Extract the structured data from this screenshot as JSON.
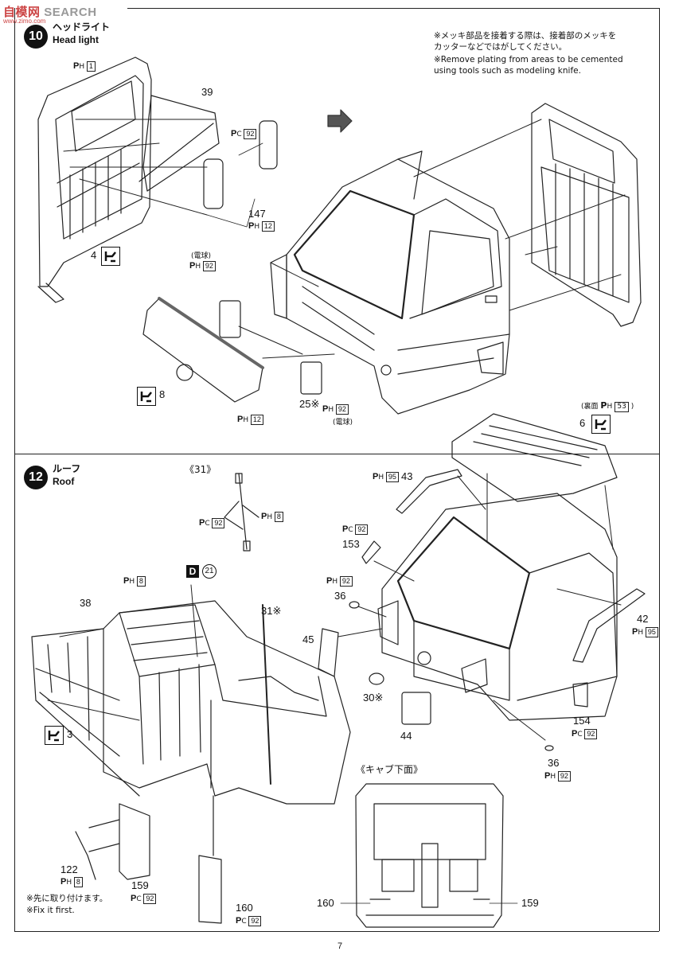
{
  "watermark": {
    "text": "自模网",
    "text2": "SEARCH",
    "sub": "www.zimo.com"
  },
  "step10": {
    "number": "10",
    "title_jp": "ヘッドライト",
    "title_en": "Head light",
    "note_jp": "※メッキ部品を接着する際は、接着部のメッキを\nカッターなどではがしてください。",
    "note_en": "※Remove plating from areas to be cemented\nusing tools such as modeling knife.",
    "parts": {
      "p39": "39",
      "p147": "147",
      "p4": "4",
      "p8": "8",
      "p25": "25※",
      "p6": "6"
    },
    "refs": {
      "ph1_code": "1",
      "pc92_a": "92",
      "ph12_a": "12",
      "bulb_label_a": "(電球)",
      "ph92_a": "92",
      "ph12_b": "12",
      "ph92_b": "92",
      "bulb_label_b": "(電球)",
      "reverse_label": "(裏面",
      "ph53": "53",
      "close_paren": ")"
    }
  },
  "step12": {
    "number": "12",
    "title_jp": "ルーフ",
    "title_en": "Roof",
    "sub31": "《31》",
    "sub_cab_bottom": "《キャブ下面》",
    "parts": {
      "p38": "38",
      "p31": "31※",
      "p3": "3",
      "p122": "122",
      "p159a": "159",
      "p160a": "160",
      "p43": "43",
      "p153": "153",
      "p36a": "36",
      "p45": "45",
      "p30": "30※",
      "p44": "44",
      "p42": "42",
      "p154": "154",
      "p36b": "36",
      "p160b": "160",
      "p159b": "159"
    },
    "refs": {
      "pc92_31": "92",
      "ph8_31": "8",
      "ph8_a": "8",
      "d21": "21",
      "ph8_122": "8",
      "pc92_159": "92",
      "pc92_160": "92",
      "ph95_43": "95",
      "pc92_153": "92",
      "ph92_36": "92",
      "ph95_42": "95",
      "pc92_154": "92",
      "ph92_36b": "92"
    },
    "note_jp": "※先に取り付けます。",
    "note_en": "※Fix it first."
  },
  "page_number": "7"
}
